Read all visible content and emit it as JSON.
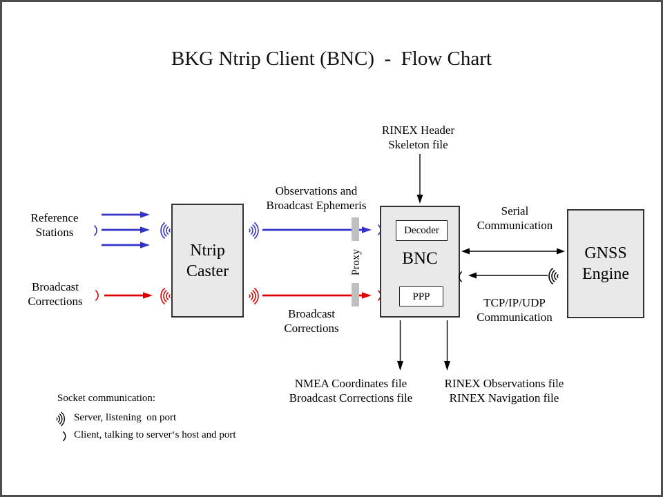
{
  "title": "BKG Ntrip Client (BNC)  -  Flow Chart",
  "diagram": {
    "reference_stations": {
      "l1": "Reference",
      "l2": "Stations"
    },
    "broadcast_corrections_src": {
      "l1": "Broadcast",
      "l2": "Corrections"
    },
    "ntrip_caster": {
      "l1": "Ntrip",
      "l2": "Caster"
    },
    "obs_ephemeris": {
      "l1": "Observations and",
      "l2": "Broadcast Ephemeris"
    },
    "broadcast_corrections_link": {
      "l1": "Broadcast",
      "l2": "Corrections"
    },
    "proxy": "Proxy",
    "rinex_header": {
      "l1": "RINEX Header",
      "l2": "Skeleton file"
    },
    "bnc": {
      "label": "BNC",
      "decoder": "Decoder",
      "ppp": "PPP"
    },
    "serial": {
      "l1": "Serial",
      "l2": "Communication"
    },
    "tcp": {
      "l1": "TCP/IP/UDP",
      "l2": "Communication"
    },
    "gnss": {
      "l1": "GNSS",
      "l2": "Engine"
    },
    "nmea_out": {
      "l1": "NMEA Coordinates file",
      "l2": "Broadcast Corrections file"
    },
    "rinex_out": {
      "l1": "RINEX Observations file",
      "l2": "RINEX Navigation file"
    }
  },
  "legend": {
    "title": "Socket communication:",
    "server_label": "Server, listening  on port",
    "client_label": "Client, talking to server‘s host and port"
  },
  "icons": {
    "server": "sound-waves-icon",
    "client": "arc-icon"
  },
  "colors": {
    "blue": "#3333CC",
    "red": "#DD0000",
    "black": "#000000",
    "node_fill": "#E9E9E9",
    "node_border": "#333333",
    "proxy_bar": "#BFBFBF",
    "frame_border": "#4D4D4D"
  }
}
